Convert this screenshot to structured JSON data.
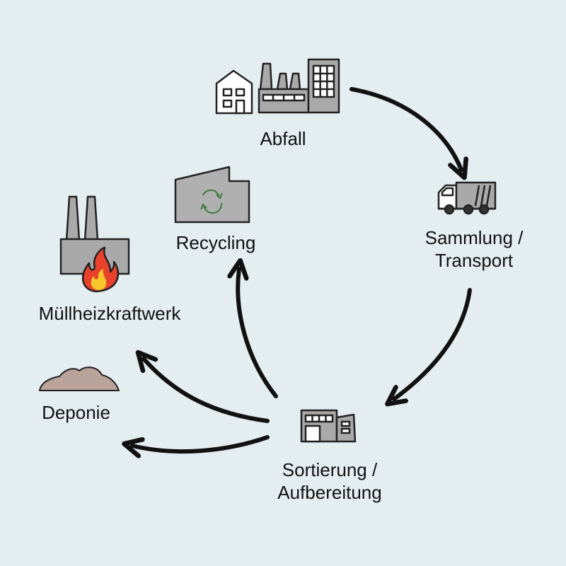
{
  "nodes": {
    "abfall": {
      "label": "Abfall"
    },
    "sammlung": {
      "line1": "Sammlung /",
      "line2": "Transport"
    },
    "sortierung": {
      "line1": "Sortierung /",
      "line2": "Aufbereitung"
    },
    "recycling": {
      "label": "Recycling"
    },
    "muellheizkraftwerk": {
      "label": "Müllheizkraftwerk"
    },
    "deponie": {
      "label": "Deponie"
    }
  },
  "icons": {
    "abfall": "houses-and-factory-icon",
    "sammlung": "garbage-truck-icon",
    "sortierung": "sorting-facility-icon",
    "recycling": "recycling-building-icon",
    "muellheizkraftwerk": "incineration-plant-icon",
    "deponie": "landfill-pile-icon"
  },
  "edges": [
    {
      "from": "abfall",
      "to": "sammlung"
    },
    {
      "from": "sammlung",
      "to": "sortierung"
    },
    {
      "from": "sortierung",
      "to": "recycling"
    },
    {
      "from": "sortierung",
      "to": "muellheizkraftwerk"
    },
    {
      "from": "sortierung",
      "to": "deponie"
    }
  ],
  "colors": {
    "background": "#e4eef1",
    "building_gray": "#b0b0b0",
    "outline": "#222222",
    "flame_red": "#e8412c",
    "flame_yellow": "#f7c72c",
    "landfill": "#b9a39a",
    "recycle_green": "#3f7a3f"
  }
}
